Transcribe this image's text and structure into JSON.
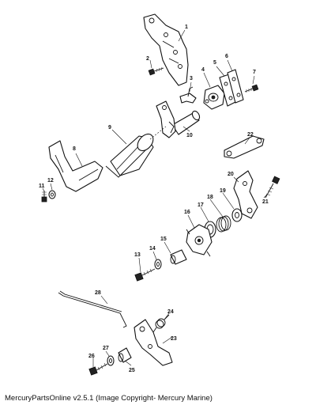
{
  "caption": "MercuryPartsOnline v2.5.1 (Image Copyright- Mercury Marine)",
  "callouts": [
    "1",
    "2",
    "3",
    "4",
    "5",
    "6",
    "7",
    "8",
    "9",
    "10",
    "11",
    "12",
    "13",
    "14",
    "15",
    "16",
    "17",
    "18",
    "19",
    "20",
    "21",
    "22",
    "23",
    "24",
    "25",
    "26",
    "27",
    "28"
  ]
}
